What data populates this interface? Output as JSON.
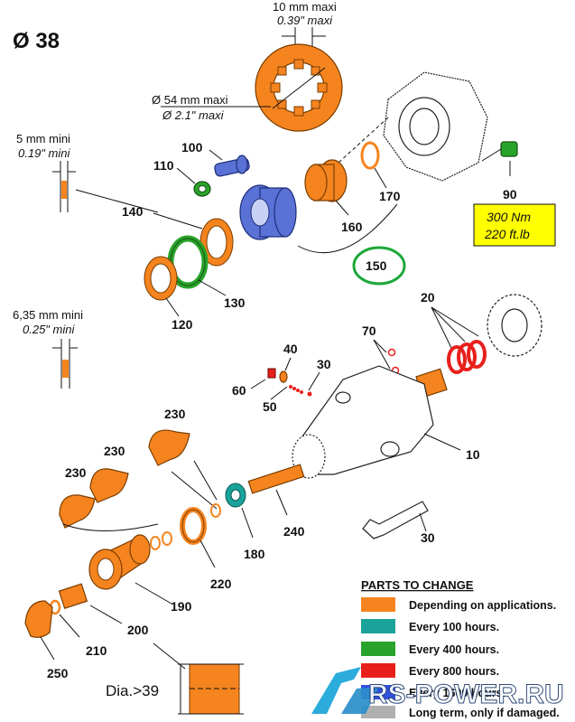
{
  "title": "Ø 38",
  "dimensions": {
    "width_top_metric": "10 mm maxi",
    "width_top_imperial": "0.39\" maxi",
    "diameter_metric": "Ø 54 mm maxi",
    "diameter_imperial": "Ø 2.1\" maxi",
    "thickness_left_metric": "5 mm mini",
    "thickness_left_imperial": "0.19\" mini",
    "thickness_lower_metric": "6,35 mm mini",
    "thickness_lower_imperial": "0.25\" mini",
    "dia_note": "Dia.>39"
  },
  "torque": {
    "metric": "300 Nm",
    "imperial": "220 ft.lb",
    "box_color": "#ffff00"
  },
  "part_labels": {
    "p100": "100",
    "p110": "110",
    "p140": "140",
    "p130": "130",
    "p120": "120",
    "p160": "160",
    "p170": "170",
    "p150": "150",
    "p90": "90",
    "p20": "20",
    "p70": "70",
    "p40": "40",
    "p30a": "30",
    "p60": "60",
    "p50": "50",
    "p10": "10",
    "p230a": "230",
    "p230b": "230",
    "p230c": "230",
    "p180": "180",
    "p240": "240",
    "p220": "220",
    "p190": "190",
    "p200": "200",
    "p210": "210",
    "p250": "250",
    "p30b": "30"
  },
  "legend": {
    "heading": "PARTS TO CHANGE",
    "items": [
      {
        "color": "#f5841f",
        "text": "Depending on applications."
      },
      {
        "color": "#1aa39a",
        "text": "Every 100 hours."
      },
      {
        "color": "#2aa32a",
        "text": "Every 400 hours."
      },
      {
        "color": "#e8201c",
        "text": "Every 800 hours."
      },
      {
        "color": "#3050e0",
        "text": "Every 1600 hours."
      },
      {
        "color": "#b0b0b0",
        "text": "Long term, only if damaged."
      }
    ]
  },
  "watermark": "RS-POWER.RU",
  "colors": {
    "orange": "#f5841f",
    "teal": "#1aa39a",
    "green": "#2aa32a",
    "red": "#e8201c",
    "blue": "#3050e0",
    "grey": "#b0b0b0",
    "highlight_circle": "#1da83a"
  }
}
